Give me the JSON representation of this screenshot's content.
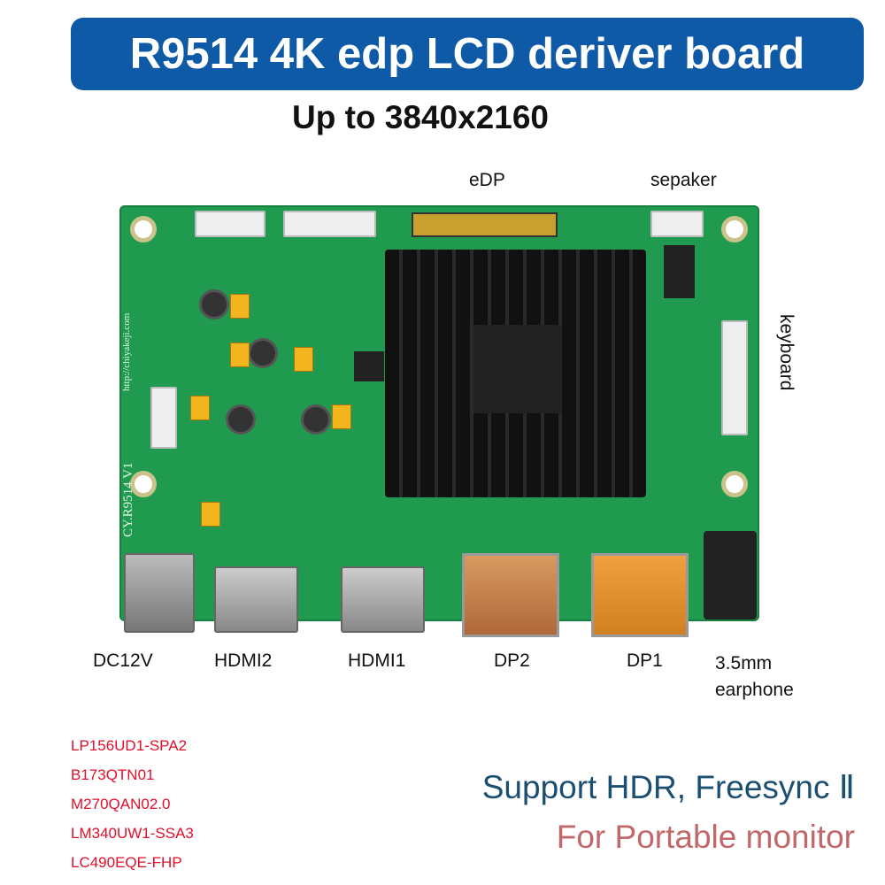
{
  "title": "R9514 4K edp LCD deriver board",
  "subtitle": "Up to 3840x2160",
  "connector_labels": {
    "edp": "eDP",
    "speaker": "sepaker",
    "keyboard": "keyboard",
    "dc": "DC12V",
    "hdmi2": "HDMI2",
    "hdmi1": "HDMI1",
    "dp2": "DP2",
    "dp1": "DP1",
    "audio": "3.5mm\nearphone"
  },
  "board_silkscreen": {
    "model": "CY.R9514 V1",
    "url": "http://chiyakeji.com"
  },
  "supported_panels": [
    "LP156UD1-SPA2",
    "B173QTN01",
    "M270QAN02.0",
    "LM340UW1-SSA3",
    "LC490EQE-FHP"
  ],
  "features": {
    "line1": "Support HDR, Freesync Ⅱ",
    "line2": "For Portable monitor"
  }
}
